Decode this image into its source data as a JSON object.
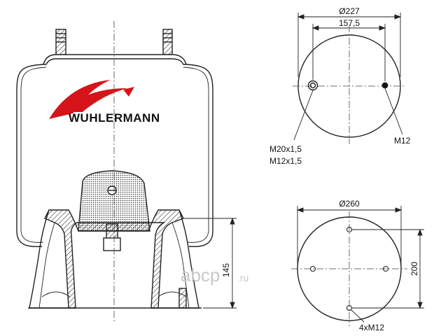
{
  "brand": {
    "name": "WUHLERMANN",
    "logo_color": "#d4141a"
  },
  "watermark": {
    "main": "abcp",
    "suffix": ".ru"
  },
  "upper_plate_view": {
    "outer_diameter_label": "Ø227",
    "bolt_spacing_label": "157,5",
    "left_thread_label_1": "M20x1,5",
    "left_thread_label_2": "M12x1,5",
    "right_thread_label": "M12"
  },
  "lower_plate_view": {
    "outer_diameter_label": "Ø260",
    "bolt_circle_label": "200",
    "bolt_label": "4xM12"
  },
  "section_view": {
    "piston_height_label": "145"
  }
}
